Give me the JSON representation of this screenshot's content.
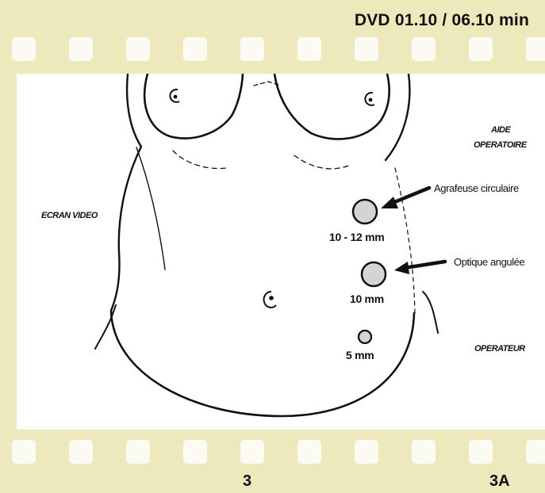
{
  "film": {
    "header_label": "DVD 01.10 / 06.10 min",
    "frame_number": "3",
    "frame_id": "3A"
  },
  "diagram": {
    "screen_label": "ECRAN VIDEO",
    "assistant_label_line1": "AIDE",
    "assistant_label_line2": "OPERATOIRE",
    "surgeon_label": "OPERATEUR",
    "trocars": [
      {
        "size": "10 - 12 mm",
        "instrument": "Agrafeuse circulaire"
      },
      {
        "size": "10 mm",
        "instrument": "Optique angulée"
      },
      {
        "size": "5 mm",
        "instrument": ""
      }
    ]
  },
  "colors": {
    "film_base": "#ede9bc",
    "sprocket_hole": "#fbfaf3",
    "frame_background": "#ffffff",
    "line": "#111111",
    "trocar_fill": "#d4d4d4"
  }
}
